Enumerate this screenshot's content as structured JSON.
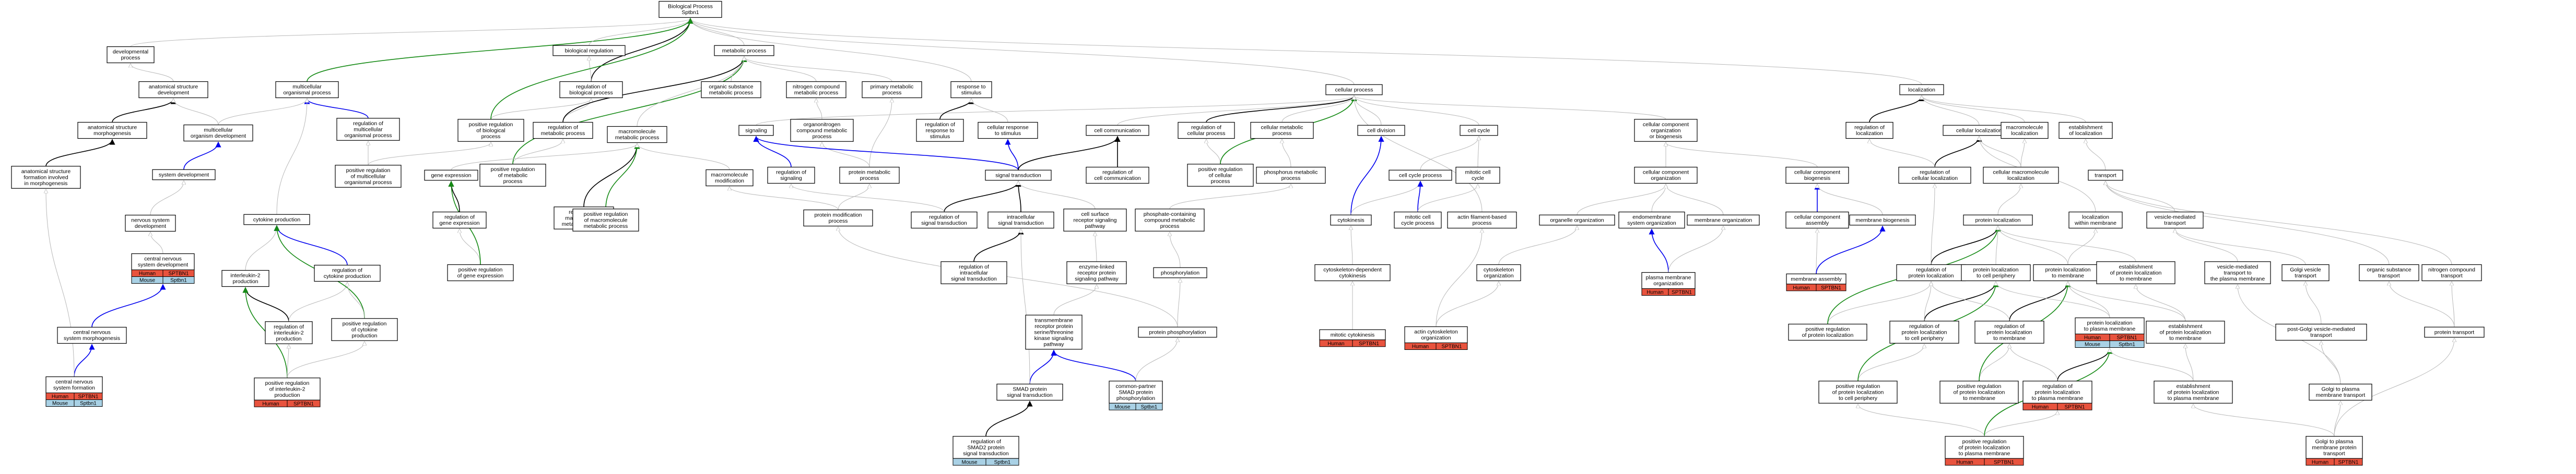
{
  "colors": {
    "human": "#e8533e",
    "mouse": "#a9d1e5",
    "is_a_edge": "#b8b8b8",
    "part_of_edge": "#000000",
    "regulates_edge": "#0000ee",
    "positively_regulates_edge": "#158a15"
  },
  "nodes": [
    {
      "id": "bp",
      "lines": [
        "Biological Process",
        "Sptbn1"
      ]
    },
    {
      "id": "dev_process",
      "lines": [
        "developmental",
        "process"
      ]
    },
    {
      "id": "anat_struct_dev",
      "lines": [
        "anatomical structure",
        "development"
      ]
    },
    {
      "id": "anat_struct_morph",
      "lines": [
        "anatomical structure",
        "morphogenesis"
      ]
    },
    {
      "id": "anat_struct_form",
      "lines": [
        "anatomical structure",
        "formation involved",
        "in morphogenesis"
      ]
    },
    {
      "id": "multicell_org_dev",
      "lines": [
        "multicellular",
        "organism development"
      ]
    },
    {
      "id": "system_dev",
      "lines": [
        "system development"
      ]
    },
    {
      "id": "nervous_system_dev",
      "lines": [
        "nervous system",
        "development"
      ]
    },
    {
      "id": "cns_dev",
      "lines": [
        "central nervous",
        "system development"
      ],
      "species": [
        [
          "Human",
          "SPTBN1"
        ],
        [
          "Mouse",
          "Sptbn1"
        ]
      ]
    },
    {
      "id": "cns_morph",
      "lines": [
        "central nervous",
        "system morphogenesis"
      ]
    },
    {
      "id": "cns_form",
      "lines": [
        "central nervous",
        "system formation"
      ],
      "species": [
        [
          "Human",
          "SPTBN1"
        ],
        [
          "Mouse",
          "Sptbn1"
        ]
      ]
    },
    {
      "id": "multicell_org_proc",
      "lines": [
        "multicellular",
        "organismal process"
      ]
    },
    {
      "id": "reg_multicell",
      "lines": [
        "regulation of",
        "multicellular",
        "organismal process"
      ]
    },
    {
      "id": "pos_reg_multicell",
      "lines": [
        "positive regulation",
        "of multicellular",
        "organismal process"
      ]
    },
    {
      "id": "cytokine_prod",
      "lines": [
        "cytokine production"
      ]
    },
    {
      "id": "il2_prod",
      "lines": [
        "interleukin-2",
        "production"
      ]
    },
    {
      "id": "reg_cytokine_prod",
      "lines": [
        "regulation of",
        "cytokine production"
      ]
    },
    {
      "id": "reg_il2_prod",
      "lines": [
        "regulation of",
        "interleukin-2",
        "production"
      ]
    },
    {
      "id": "pos_reg_cytokine_prod",
      "lines": [
        "positive regulation",
        "of cytokine",
        "production"
      ]
    },
    {
      "id": "pos_reg_il2_prod",
      "lines": [
        "positive regulation",
        "of interleukin-2",
        "production"
      ],
      "species": [
        [
          "Human",
          "SPTBN1"
        ]
      ]
    },
    {
      "id": "bio_reg",
      "lines": [
        "biological regulation"
      ]
    },
    {
      "id": "reg_bio_proc",
      "lines": [
        "regulation of",
        "biological process"
      ]
    },
    {
      "id": "pos_reg_bio_proc",
      "lines": [
        "positive regulation",
        "of biological",
        "process"
      ]
    },
    {
      "id": "reg_met_proc",
      "lines": [
        "regulation of",
        "metabolic process"
      ]
    },
    {
      "id": "pos_reg_met_proc",
      "lines": [
        "positive regulation",
        "of metabolic",
        "process"
      ]
    },
    {
      "id": "gene_expr",
      "lines": [
        "gene expression"
      ]
    },
    {
      "id": "reg_gene_expr",
      "lines": [
        "regulation of",
        "gene expression"
      ]
    },
    {
      "id": "pos_reg_gene_expr",
      "lines": [
        "positive regulation",
        "of gene expression"
      ]
    },
    {
      "id": "met_proc",
      "lines": [
        "metabolic process"
      ]
    },
    {
      "id": "macromol_met",
      "lines": [
        "macromolecule",
        "metabolic process"
      ]
    },
    {
      "id": "reg_macromol_met",
      "lines": [
        "regulation of",
        "macromolecule",
        "metabolic process"
      ]
    },
    {
      "id": "pos_reg_macromol_met",
      "lines": [
        "positive regulation",
        "of macromolecule",
        "metabolic process"
      ]
    },
    {
      "id": "organic_subst_met",
      "lines": [
        "organic substance",
        "metabolic process"
      ]
    },
    {
      "id": "macromol_mod",
      "lines": [
        "macromolecule",
        "modification"
      ]
    },
    {
      "id": "nitrogen_comp_met",
      "lines": [
        "nitrogen compound",
        "metabolic process"
      ]
    },
    {
      "id": "organonitrogen_met",
      "lines": [
        "organonitrogen",
        "compound metabolic",
        "process"
      ]
    },
    {
      "id": "primary_met",
      "lines": [
        "primary metabolic",
        "process"
      ]
    },
    {
      "id": "protein_met",
      "lines": [
        "protein metabolic",
        "process"
      ]
    },
    {
      "id": "protein_mod",
      "lines": [
        "protein modification",
        "process"
      ]
    },
    {
      "id": "signaling",
      "lines": [
        "signaling"
      ]
    },
    {
      "id": "reg_signaling",
      "lines": [
        "regulation of",
        "signaling"
      ]
    },
    {
      "id": "resp_stimulus",
      "lines": [
        "response to",
        "stimulus"
      ]
    },
    {
      "id": "reg_resp_stimulus",
      "lines": [
        "regulation of",
        "response to",
        "stimulus"
      ]
    },
    {
      "id": "cell_resp_stimulus",
      "lines": [
        "cellular response",
        "to stimulus"
      ]
    },
    {
      "id": "signal_transd",
      "lines": [
        "signal transduction"
      ]
    },
    {
      "id": "reg_signal_transd",
      "lines": [
        "regulation of",
        "signal transduction"
      ]
    },
    {
      "id": "intracell_signal",
      "lines": [
        "intracellular",
        "signal transduction"
      ]
    },
    {
      "id": "reg_intracell_signal",
      "lines": [
        "regulation of",
        "intracellular",
        "signal transduction"
      ]
    },
    {
      "id": "cell_surface_rec",
      "lines": [
        "cell surface",
        "receptor signaling",
        "pathway"
      ]
    },
    {
      "id": "enzyme_linked_rec",
      "lines": [
        "enzyme-linked",
        "receptor protein",
        "signaling pathway"
      ]
    },
    {
      "id": "tgfb_rec_pathway",
      "lines": [
        "transmembrane",
        "receptor protein",
        "serine/threonine",
        "kinase signaling",
        "pathway"
      ]
    },
    {
      "id": "smad_signal",
      "lines": [
        "SMAD protein",
        "signal transduction"
      ]
    },
    {
      "id": "reg_smad_signal",
      "lines": [
        "regulation of",
        "SMAD2 protein",
        "signal transduction"
      ],
      "species": [
        [
          "Mouse",
          "Sptbn1"
        ]
      ]
    },
    {
      "id": "common_partner_smad",
      "lines": [
        "common-partner",
        "SMAD protein",
        "phosphorylation"
      ],
      "species": [
        [
          "Mouse",
          "Sptbn1"
        ]
      ]
    },
    {
      "id": "cell_comm",
      "lines": [
        "cell communication"
      ]
    },
    {
      "id": "reg_cell_comm",
      "lines": [
        "regulation of",
        "cell communication"
      ]
    },
    {
      "id": "cellular_proc",
      "lines": [
        "cellular process"
      ]
    },
    {
      "id": "reg_cell_proc",
      "lines": [
        "regulation of",
        "cellular process"
      ]
    },
    {
      "id": "pos_reg_cell_proc",
      "lines": [
        "positive regulation",
        "of cellular",
        "process"
      ]
    },
    {
      "id": "cell_met_proc",
      "lines": [
        "cellular metabolic",
        "process"
      ]
    },
    {
      "id": "phosphorus_met",
      "lines": [
        "phosphorus metabolic",
        "process"
      ]
    },
    {
      "id": "phosphate_met",
      "lines": [
        "phosphate-containing",
        "compound metabolic",
        "process"
      ]
    },
    {
      "id": "phosphorylation",
      "lines": [
        "phosphorylation"
      ]
    },
    {
      "id": "protein_phosph",
      "lines": [
        "protein phosphorylation"
      ]
    },
    {
      "id": "cell_division",
      "lines": [
        "cell division"
      ]
    },
    {
      "id": "cytokinesis",
      "lines": [
        "cytokinesis"
      ]
    },
    {
      "id": "cytoskel_dep_cytokinesis",
      "lines": [
        "cytoskeleton-dependent",
        "cytokinesis"
      ]
    },
    {
      "id": "mitotic_cytokinesis",
      "lines": [
        "mitotic cytokinesis"
      ],
      "species": [
        [
          "Human",
          "SPTBN1"
        ]
      ]
    },
    {
      "id": "cell_cycle",
      "lines": [
        "cell cycle"
      ]
    },
    {
      "id": "cell_cycle_proc",
      "lines": [
        "cell cycle process"
      ]
    },
    {
      "id": "mitotic_cell_cycle",
      "lines": [
        "mitotic cell",
        "cycle"
      ]
    },
    {
      "id": "mitotic_cell_cycle_proc",
      "lines": [
        "mitotic cell",
        "cycle process"
      ]
    },
    {
      "id": "actin_filament_proc",
      "lines": [
        "actin filament-based",
        "process"
      ]
    },
    {
      "id": "actin_cytoskel_org",
      "lines": [
        "actin cytoskeleton",
        "organization"
      ],
      "species": [
        [
          "Human",
          "SPTBN1"
        ]
      ]
    },
    {
      "id": "cell_comp_org_biog",
      "lines": [
        "cellular component",
        "organization",
        "or biogenesis"
      ]
    },
    {
      "id": "cell_comp_org",
      "lines": [
        "cellular component",
        "organization"
      ]
    },
    {
      "id": "organelle_org",
      "lines": [
        "organelle organization"
      ]
    },
    {
      "id": "cytoskel_org",
      "lines": [
        "cytoskeleton",
        "organization"
      ]
    },
    {
      "id": "endomembrane_org",
      "lines": [
        "endomembrane",
        "system organization"
      ]
    },
    {
      "id": "plasma_membrane_org",
      "lines": [
        "plasma membrane",
        "organization"
      ],
      "species": [
        [
          "Human",
          "SPTBN1"
        ]
      ]
    },
    {
      "id": "membrane_org",
      "lines": [
        "membrane organization"
      ]
    },
    {
      "id": "cell_comp_biog",
      "lines": [
        "cellular component",
        "biogenesis"
      ]
    },
    {
      "id": "cell_comp_assembly",
      "lines": [
        "cellular component",
        "assembly"
      ]
    },
    {
      "id": "membrane_biogenesis",
      "lines": [
        "membrane biogenesis"
      ]
    },
    {
      "id": "membrane_assembly",
      "lines": [
        "membrane assembly"
      ],
      "species": [
        [
          "Human",
          "SPTBN1"
        ]
      ]
    },
    {
      "id": "localization",
      "lines": [
        "localization"
      ]
    },
    {
      "id": "reg_localization",
      "lines": [
        "regulation of",
        "localization"
      ]
    },
    {
      "id": "cell_localization",
      "lines": [
        "cellular localization"
      ]
    },
    {
      "id": "reg_cell_localization",
      "lines": [
        "regulation of",
        "cellular localization"
      ]
    },
    {
      "id": "macromol_localization",
      "lines": [
        "macromolecule",
        "localization"
      ]
    },
    {
      "id": "cell_macromol_localization",
      "lines": [
        "cellular macromolecule",
        "localization"
      ]
    },
    {
      "id": "estab_localization",
      "lines": [
        "establishment",
        "of localization"
      ]
    },
    {
      "id": "transport",
      "lines": [
        "transport"
      ]
    },
    {
      "id": "protein_localization",
      "lines": [
        "protein localization"
      ]
    },
    {
      "id": "localization_in_membrane",
      "lines": [
        "localization",
        "within membrane"
      ]
    },
    {
      "id": "reg_protein_localization",
      "lines": [
        "regulation of",
        "protein localization"
      ]
    },
    {
      "id": "pos_reg_protein_localization",
      "lines": [
        "positive regulation",
        "of protein localization"
      ]
    },
    {
      "id": "protein_loc_cell_periphery",
      "lines": [
        "protein localization",
        "to cell periphery"
      ]
    },
    {
      "id": "reg_protein_loc_cell_periphery",
      "lines": [
        "regulation of",
        "protein localization",
        "to cell periphery"
      ]
    },
    {
      "id": "pos_reg_protein_loc_cell_periphery",
      "lines": [
        "positive regulation",
        "of protein localization",
        "to cell periphery"
      ]
    },
    {
      "id": "protein_loc_membrane",
      "lines": [
        "protein localization",
        "to membrane"
      ]
    },
    {
      "id": "reg_protein_loc_membrane",
      "lines": [
        "regulation of",
        "protein localization",
        "to membrane"
      ]
    },
    {
      "id": "pos_reg_protein_loc_membrane",
      "lines": [
        "positive regulation",
        "of protein localization",
        "to membrane"
      ]
    },
    {
      "id": "estab_protein_loc",
      "lines": [
        "establishment",
        "of protein localization",
        "to membrane"
      ]
    },
    {
      "id": "protein_loc_plasma_membrane",
      "lines": [
        "protein localization",
        "to plasma membrane"
      ],
      "species": [
        [
          "Human",
          "SPTBN1"
        ],
        [
          "Mouse",
          "Sptbn1"
        ]
      ]
    },
    {
      "id": "reg_protein_loc_plasma_membrane",
      "lines": [
        "regulation of",
        "protein localization",
        "to plasma membrane"
      ],
      "species": [
        [
          "Human",
          "SPTBN1"
        ]
      ]
    },
    {
      "id": "pos_reg_protein_loc_plasma_membrane",
      "lines": [
        "positive regulation",
        "of protein localization",
        "to plasma membrane"
      ],
      "species": [
        [
          "Human",
          "SPTBN1"
        ]
      ]
    },
    {
      "id": "estab_protein_loc_membrane",
      "lines": [
        "establishment",
        "of protein localization",
        "to membrane"
      ]
    },
    {
      "id": "estab_protein_loc_plasma_membrane",
      "lines": [
        "establishment",
        "of protein localization",
        "to plasma membrane"
      ]
    },
    {
      "id": "vesicle_transport",
      "lines": [
        "vesicle-mediated",
        "transport"
      ]
    },
    {
      "id": "vesicle_transport_pm",
      "lines": [
        "vesicle-mediated",
        "transport to",
        "the plasma membrane"
      ]
    },
    {
      "id": "golgi_vesicle_transport",
      "lines": [
        "Golgi vesicle",
        "transport"
      ]
    },
    {
      "id": "post_golgi_vesicle",
      "lines": [
        "post-Golgi vesicle-mediated",
        "transport"
      ]
    },
    {
      "id": "golgi_to_pm_transport",
      "lines": [
        "Golgi to plasma",
        "membrane transport"
      ]
    },
    {
      "id": "golgi_to_pm_protein_transport",
      "lines": [
        "Golgi to plasma",
        "membrane protein",
        "transport"
      ],
      "species": [
        [
          "Human",
          "SPTBN1"
        ]
      ]
    },
    {
      "id": "organic_subst_transport",
      "lines": [
        "organic substance",
        "transport"
      ]
    },
    {
      "id": "nitrogen_comp_transport",
      "lines": [
        "nitrogen compound",
        "transport"
      ]
    },
    {
      "id": "protein_transport",
      "lines": [
        "protein transport"
      ]
    }
  ]
}
